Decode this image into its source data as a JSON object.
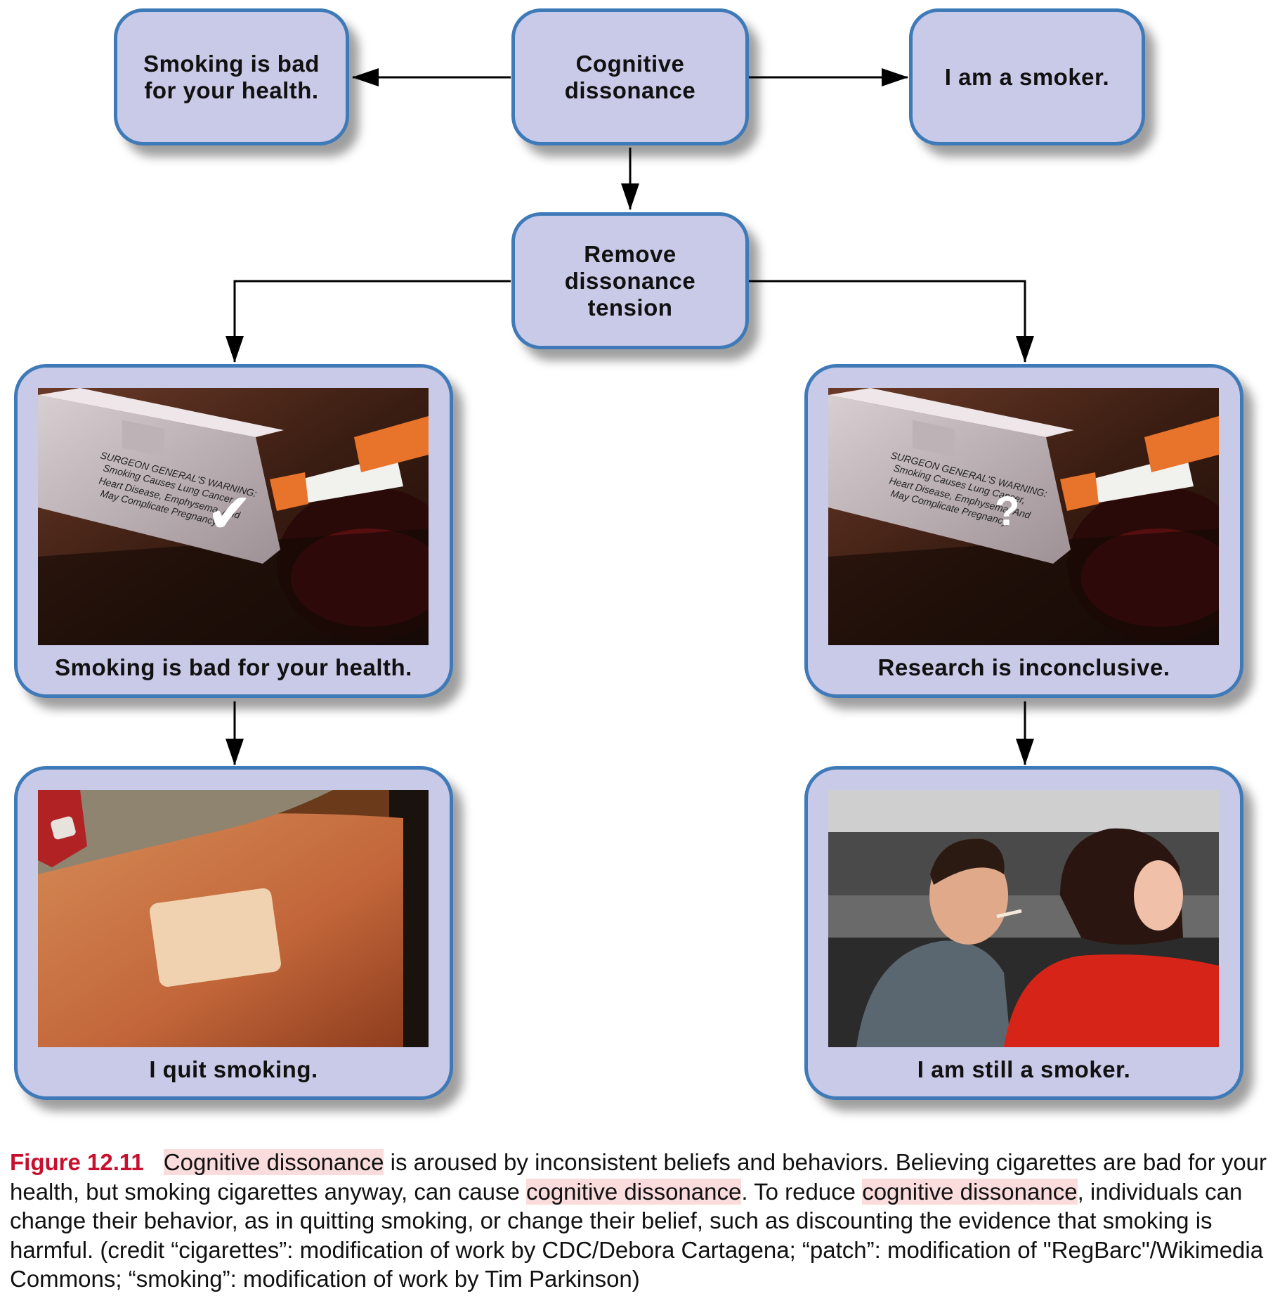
{
  "nodes": {
    "top_left": "Smoking is bad for your health.",
    "center_top": "Cognitive dissonance",
    "top_right": "I am a smoker.",
    "remove": "Remove dissonance tension",
    "mid_left": "Smoking is bad for your health.",
    "mid_right": "Research is inconclusive.",
    "bottom_left": "I quit smoking.",
    "bottom_right": "I am still a smoker."
  },
  "photo_warning": {
    "l1": "SURGEON GENERAL'S WARNING:",
    "l2": "Smoking Causes Lung Cancer,",
    "l3": "Heart Disease, Emphysema, And",
    "l4": "May Complicate Pregnancy."
  },
  "marks": {
    "check": "✔",
    "question": "?"
  },
  "caption": {
    "figure_label": "Figure 12.11",
    "s1": "Cognitive dissonance",
    "s2": " is aroused by inconsistent beliefs and behaviors. Believing cigarettes are bad for your health, but smoking cigarettes anyway, can cause ",
    "s3": "cognitive dissonance",
    "s4": ". To reduce ",
    "s5": "cognitive dissonance",
    "s6": ", individuals can change their behavior, as in quitting smoking, or change their belief, such as discounting the evidence that smoking is harmful. (credit “cigarettes”: modification of work by CDC/Debora Cartagena; “patch”: modification of \"RegBarc\"/Wikimedia Commons; “smoking”: modification of work by Tim Parkinson)"
  },
  "colors": {
    "box_fill": "#c9c9e8",
    "box_border": "#3f7ab8",
    "figure_label": "#c8102e",
    "highlight": "#fadcdc"
  }
}
